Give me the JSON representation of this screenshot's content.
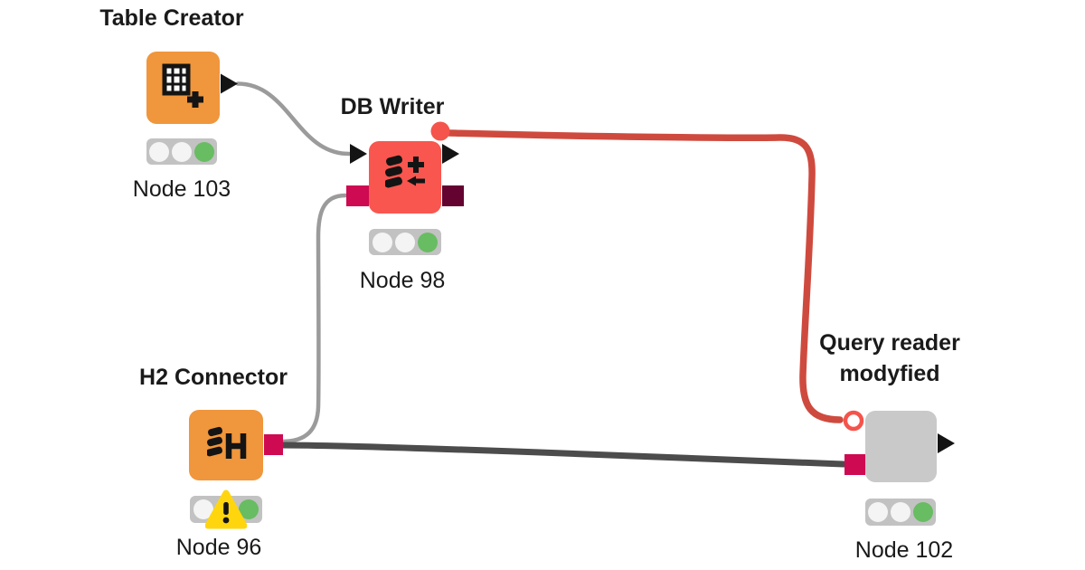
{
  "canvas": {
    "background": "#ffffff"
  },
  "colors": {
    "canvas_bg": "#ffffff",
    "text_color": "#1a1a1a",
    "node_orange": "#F0963C",
    "node_red": "#F8564E",
    "node_gray": "#C9C9C9",
    "port_db_session": "#CE0A52",
    "port_db_data": "#640230",
    "port_flowvar_red": "#F4544C",
    "wire_gray": "#9B9B9B",
    "wire_dark": "#4C4C4C",
    "wire_red": "#CF4A3E",
    "status_bar": "#C2C2C2",
    "status_off": "#F4F4F4",
    "status_green": "#68BC62",
    "warning_yellow": "#FFD60E"
  },
  "nodes": [
    {
      "id": "table-creator",
      "title": "Table Creator",
      "label": "Node 103",
      "icon": "table-plus-icon",
      "body_color_key": "node_orange",
      "status_lights": [
        "off",
        "off",
        "green"
      ]
    },
    {
      "id": "db-writer",
      "title": "DB Writer",
      "label": "Node 98",
      "icon": "db-writer-icon",
      "body_color_key": "node_red",
      "status_lights": [
        "off",
        "off",
        "green"
      ]
    },
    {
      "id": "h2-connector",
      "title": "H2 Connector",
      "label": "Node 96",
      "icon": "h2-database-icon",
      "body_color_key": "node_orange",
      "status_lights": [
        "off",
        "warning",
        "green"
      ]
    },
    {
      "id": "query-reader",
      "title": "Query reader modyfied",
      "label": "Node 102",
      "icon": "none",
      "body_color_key": "node_gray",
      "status_lights": [
        "off",
        "off",
        "green"
      ]
    }
  ],
  "connections": [
    {
      "from": "table-creator",
      "to": "db-writer",
      "color_key": "wire_gray"
    },
    {
      "from": "h2-connector",
      "to": "db-writer",
      "color_key": "wire_gray"
    },
    {
      "from": "h2-connector",
      "to": "query-reader",
      "color_key": "wire_dark"
    },
    {
      "from": "db-writer",
      "to": "query-reader",
      "color_key": "wire_red"
    }
  ]
}
